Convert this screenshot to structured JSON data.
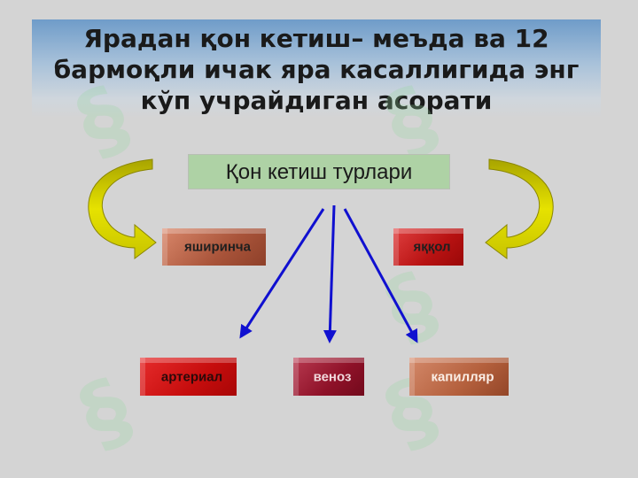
{
  "slide": {
    "title_lines": [
      "Ярадан қон кетиш– меъда ва 12",
      "бармоқли ичак яра касаллигида энг",
      "кўп учрайдиган асорати"
    ],
    "types_label": "Қон кетиш турлари",
    "first_level": {
      "left": "яширинча",
      "right": "яққол"
    },
    "second_level": [
      "артериал",
      "веноз",
      "капилляр"
    ]
  },
  "colors": {
    "title_band": "#6f9cc9",
    "types_box": "#aed2a5",
    "curved_arrow_fill": "#d6d200",
    "arrow_blue": "#1010d0",
    "arterial": "#c60d0d",
    "venoz": "#8e1128",
    "kapillyar": "#b4603d",
    "yashirin": "#a9543a",
    "yaqqol": "#b81212"
  }
}
